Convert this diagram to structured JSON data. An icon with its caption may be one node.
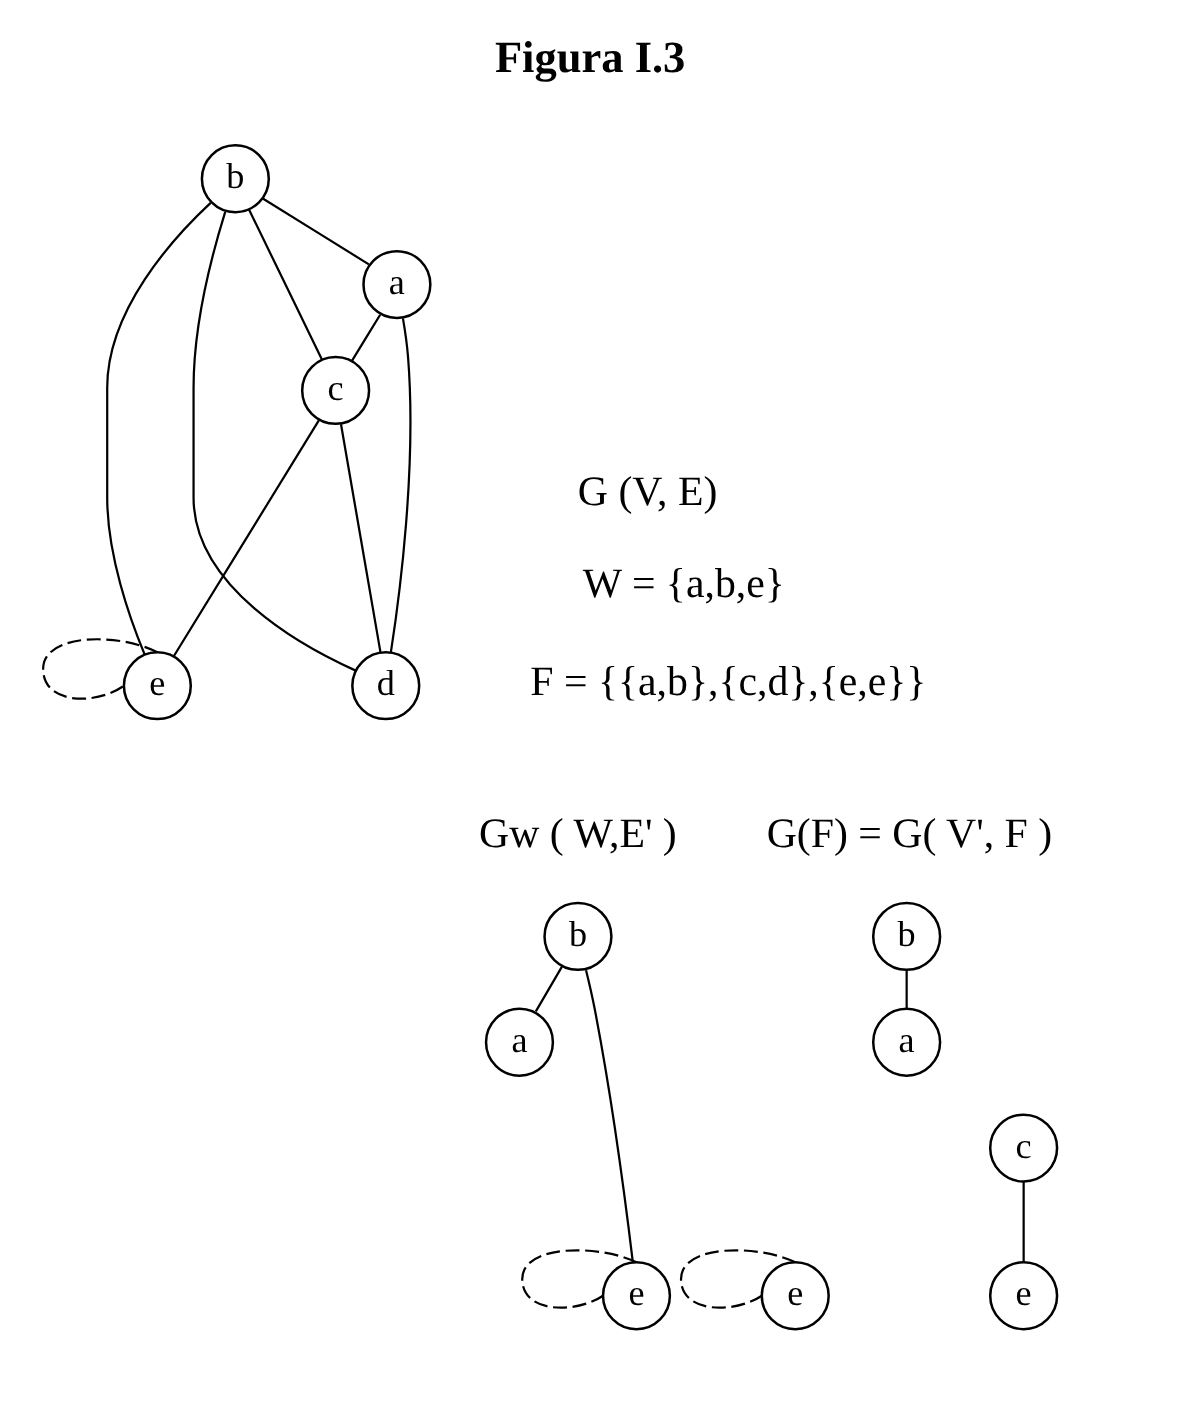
{
  "diagram": {
    "title": "Figura I.3",
    "nodes": [
      {
        "text": [
          "b"
        ]
      },
      {
        "text": [
          "a"
        ]
      },
      {
        "text": [
          "c"
        ]
      },
      {
        "text": [
          "e"
        ]
      },
      {
        "text": [
          "d"
        ]
      },
      {
        "text": [
          "b"
        ]
      },
      {
        "text": [
          "a"
        ]
      },
      {
        "text": [
          "e"
        ]
      },
      {
        "text": [
          "b"
        ]
      },
      {
        "text": [
          "a"
        ]
      },
      {
        "text": [
          "c"
        ]
      },
      {
        "text": [
          "e"
        ]
      },
      {
        "text": [
          "e"
        ]
      }
    ],
    "edges": [
      {
        "from": 0,
        "to": 1,
        "arrow": "none"
      },
      {
        "from": 0,
        "to": 2,
        "arrow": "none"
      },
      {
        "from": 0,
        "to": 3,
        "arrow": "none"
      },
      {
        "from": 0,
        "to": 4,
        "arrow": "none"
      },
      {
        "from": 1,
        "to": 2,
        "arrow": "none"
      },
      {
        "from": 1,
        "to": 4,
        "arrow": "none"
      },
      {
        "from": 2,
        "to": 3,
        "arrow": "none"
      },
      {
        "from": 2,
        "to": 4,
        "arrow": "none"
      },
      {
        "from": 3,
        "to": 3,
        "arrow": "none",
        "style": "dashed"
      },
      {
        "from": 5,
        "to": 6,
        "arrow": "none"
      },
      {
        "from": 5,
        "to": 7,
        "arrow": "none"
      },
      {
        "from": 7,
        "to": 7,
        "arrow": "none",
        "style": "dashed"
      },
      {
        "from": 8,
        "to": 9,
        "arrow": "none"
      },
      {
        "from": 11,
        "to": 11,
        "arrow": "none",
        "style": "dashed"
      },
      {
        "from": 10,
        "to": 12,
        "arrow": "none"
      }
    ],
    "labels": [
      "G (V, E)",
      "W = {a,b,e}",
      "F = {{a,b},{c,d},{e,e}}",
      "Gw ( W,E' )",
      "G(F) = G( V', F )"
    ]
  }
}
